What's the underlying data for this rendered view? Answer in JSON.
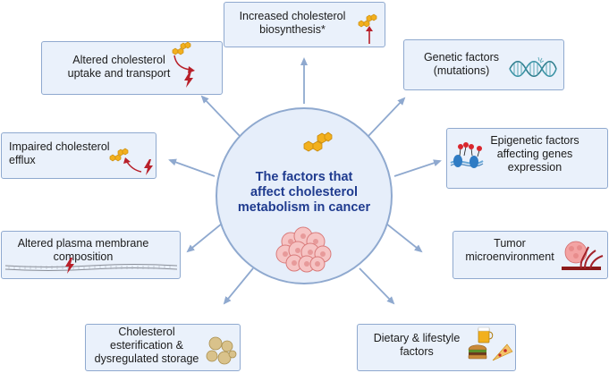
{
  "center": {
    "title": "The factors that\naffect cholesterol\nmetabolism in cancer"
  },
  "factors": [
    {
      "id": "biosynthesis",
      "label": "Increased cholesterol\nbiosynthesis*"
    },
    {
      "id": "uptake",
      "label": "Altered cholesterol\nuptake and transport"
    },
    {
      "id": "genetic",
      "label": "Genetic factors\n(mutations)"
    },
    {
      "id": "efflux",
      "label": "Impaired cholesterol\nefflux"
    },
    {
      "id": "epigenetic",
      "label": "Epigenetic factors\naffecting genes\nexpression"
    },
    {
      "id": "membrane",
      "label": "Altered plasma membrane\ncomposition"
    },
    {
      "id": "tumor",
      "label": "Tumor\nmicroenvironment"
    },
    {
      "id": "storage",
      "label": "Cholesterol\nesterification &\ndysregulated storage"
    },
    {
      "id": "dietary",
      "label": "Dietary & lifestyle\nfactors"
    }
  ],
  "icons": {
    "cholesterol": "cholesterol-molecule-icon",
    "lightning": "lightning-bolt-icon",
    "dna": "dna-helix-icon",
    "methylation": "methylated-dna-icon",
    "membrane": "lipid-membrane-icon",
    "tumor_cells": "tumor-cells-icon",
    "microenvironment": "tumor-vessel-icon",
    "lipid_droplets": "lipid-droplets-icon",
    "food": "burger-pizza-beer-icon"
  },
  "colors": {
    "box_fill": "#eaf1fb",
    "box_border": "#8fa9cf",
    "arrow": "#8fa9cf",
    "center_text": "#1f3b8f",
    "molecule_gold": "#f2b01e",
    "bolt_red": "#b8202a"
  }
}
